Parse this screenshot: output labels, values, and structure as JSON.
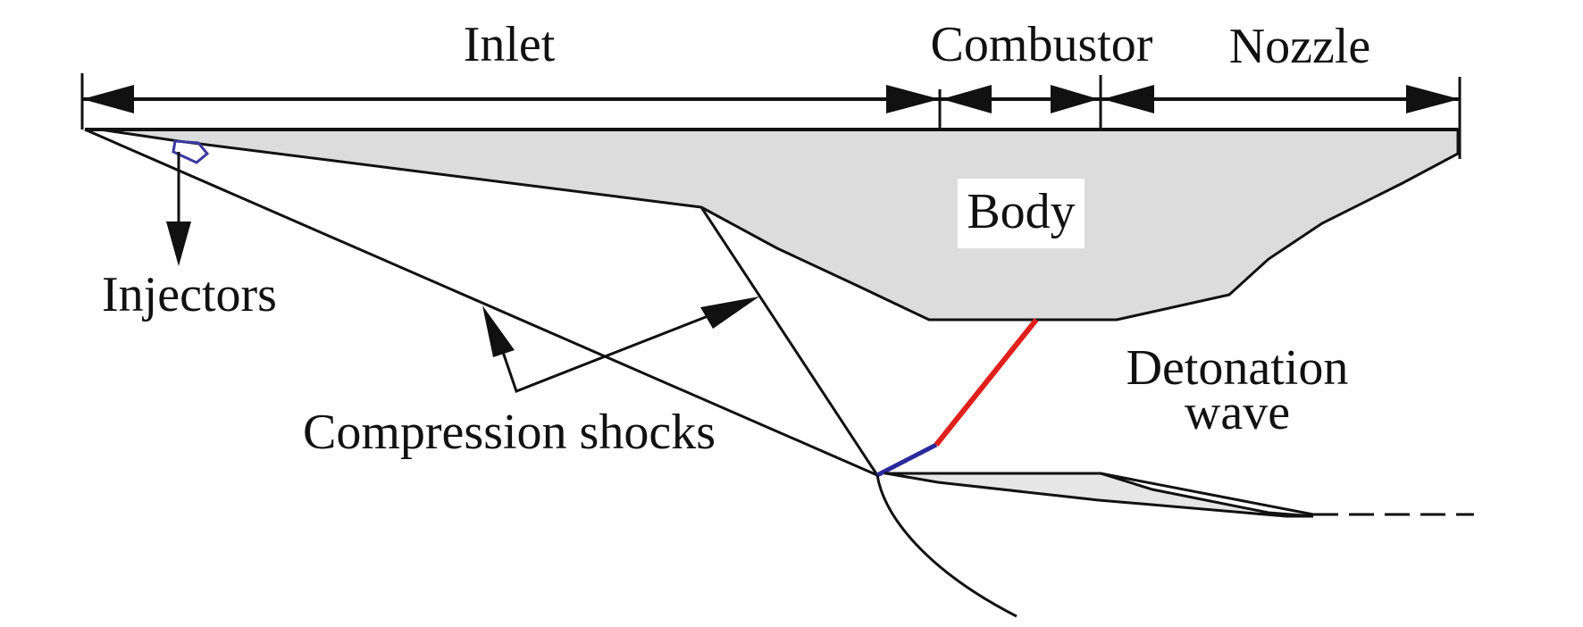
{
  "labels": {
    "inlet": "Inlet",
    "combustor": "Combustor",
    "nozzle": "Nozzle",
    "body": "Body",
    "injectors": "Injectors",
    "compression_shocks": "Compression shocks",
    "detonation_wave_line1": "Detonation",
    "detonation_wave_line2": "wave"
  },
  "colors": {
    "body_fill": "#dcdcdc",
    "line": "#111111",
    "detonation_wave": "#e0201c",
    "oblique_shock": "#2a2a9c",
    "injector": "#3a3aa0",
    "body_label_bg": "#ffffff"
  }
}
